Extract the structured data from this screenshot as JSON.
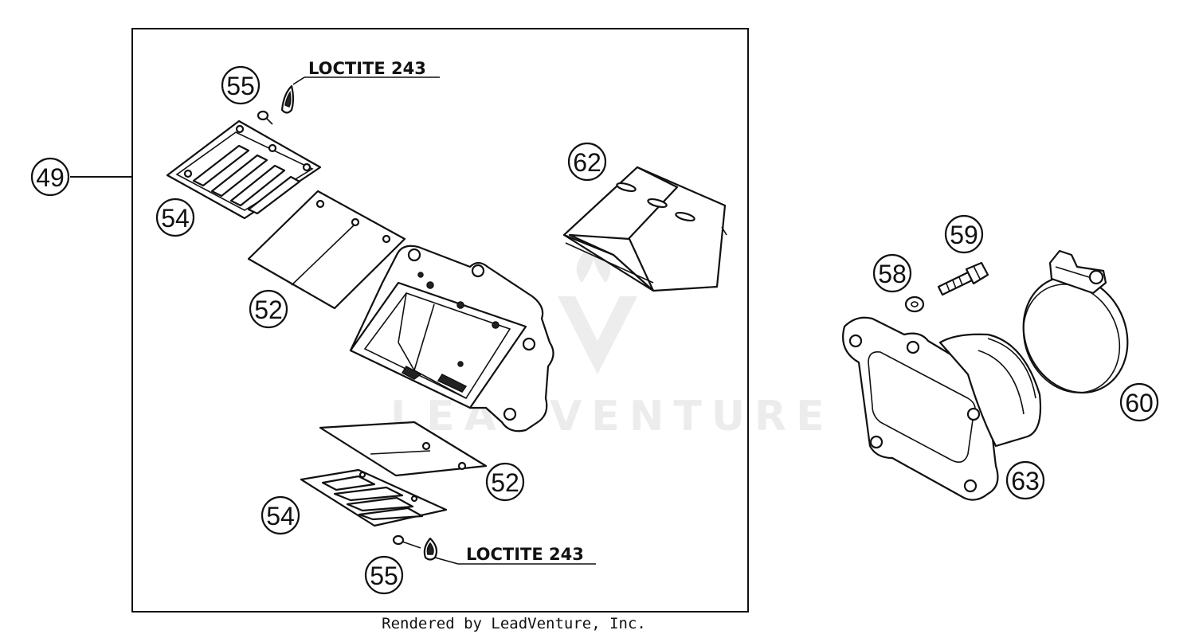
{
  "callouts": {
    "c49": "49",
    "c55_top": "55",
    "c54_top": "54",
    "c52_top": "52",
    "c62": "62",
    "c52_bottom": "52",
    "c54_bottom": "54",
    "c55_bottom": "55",
    "c58": "58",
    "c59": "59",
    "c60": "60",
    "c63": "63"
  },
  "notes": {
    "loctite_top": "LOCTITE 243",
    "loctite_bottom": "LOCTITE 243"
  },
  "watermark": "LEADVENTURE",
  "footer": "Rendered by LeadVenture, Inc."
}
